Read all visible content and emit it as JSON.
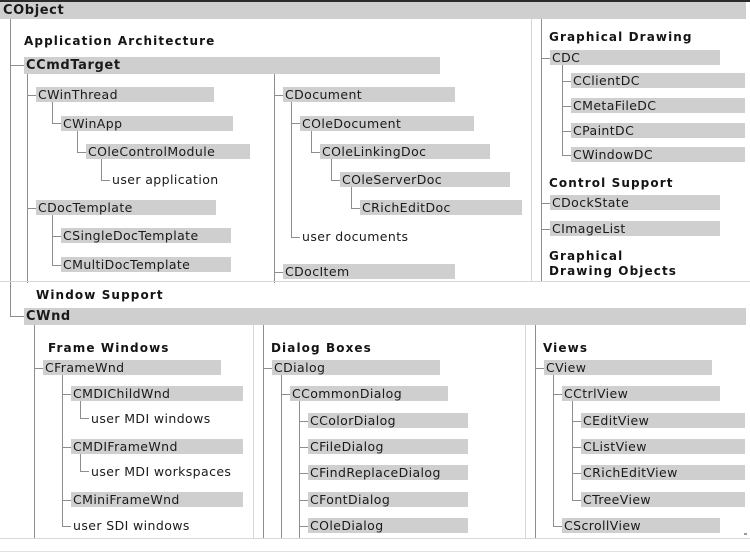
{
  "diagram": {
    "title": "CObject",
    "root": {
      "label": "CObject"
    },
    "sections": {
      "application_architecture": "Application Architecture",
      "graphical_drawing": "Graphical Drawing",
      "control_support": "Control Support",
      "graphical_drawing_objects_line1": "Graphical",
      "graphical_drawing_objects_line2": "Drawing Objects",
      "window_support": "Window Support",
      "frame_windows": "Frame Windows",
      "dialog_boxes": "Dialog Boxes",
      "views": "Views"
    },
    "nodes": {
      "ccmdtarget": "CCmdTarget",
      "cwinthread": "CWinThread",
      "cwinapp": "CWinApp",
      "colecontrolmodule": "COleControlModule",
      "user_application": "user application",
      "cdoctemplate": "CDocTemplate",
      "csingledoctemplate": "CSingleDocTemplate",
      "cmultidoctemplate": "CMultiDocTemplate",
      "cdocument": "CDocument",
      "coledocument": "COleDocument",
      "colelinkingdoc": "COleLinkingDoc",
      "coleserverdoc": "COleServerDoc",
      "cricheditdoc": "CRichEditDoc",
      "user_documents": "user documents",
      "cdocitem": "CDocItem",
      "cdc": "CDC",
      "cclientdc": "CClientDC",
      "cmetafiledc": "CMetaFileDC",
      "cpaintdc": "CPaintDC",
      "cwindowdc": "CWindowDC",
      "cdockstate": "CDockState",
      "cimagelist": "CImageList",
      "cwnd": "CWnd",
      "cframewnd": "CFrameWnd",
      "cmdichildwnd": "CMDIChildWnd",
      "user_mdi_windows": "user MDI windows",
      "cmdiframewnd": "CMDIFrameWnd",
      "user_mdi_workspaces": "user MDI workspaces",
      "cminiframewnd": "CMiniFrameWnd",
      "user_sdi_windows": "user SDI windows",
      "cdialog": "CDialog",
      "ccommondialog": "CCommonDialog",
      "ccolordialog": "CColorDialog",
      "cfiledialog": "CFileDialog",
      "cfindreplacedialog": "CFindReplaceDialog",
      "cfontdialog": "CFontDialog",
      "coledialog": "COleDialog",
      "cview": "CView",
      "cctrlview": "CCtrlView",
      "ceditview": "CEditView",
      "clistview": "CListView",
      "cricheditview": "CRichEditView",
      "ctreeview": "CTreeView",
      "cscrollview": "CScrollView"
    },
    "colors": {
      "node_fill": "#cfcfcf",
      "connector": "#8d8d8d",
      "text": "#1a1a1a",
      "separator": "#d6d6d6",
      "top_rule": "#2b2b2b"
    }
  }
}
